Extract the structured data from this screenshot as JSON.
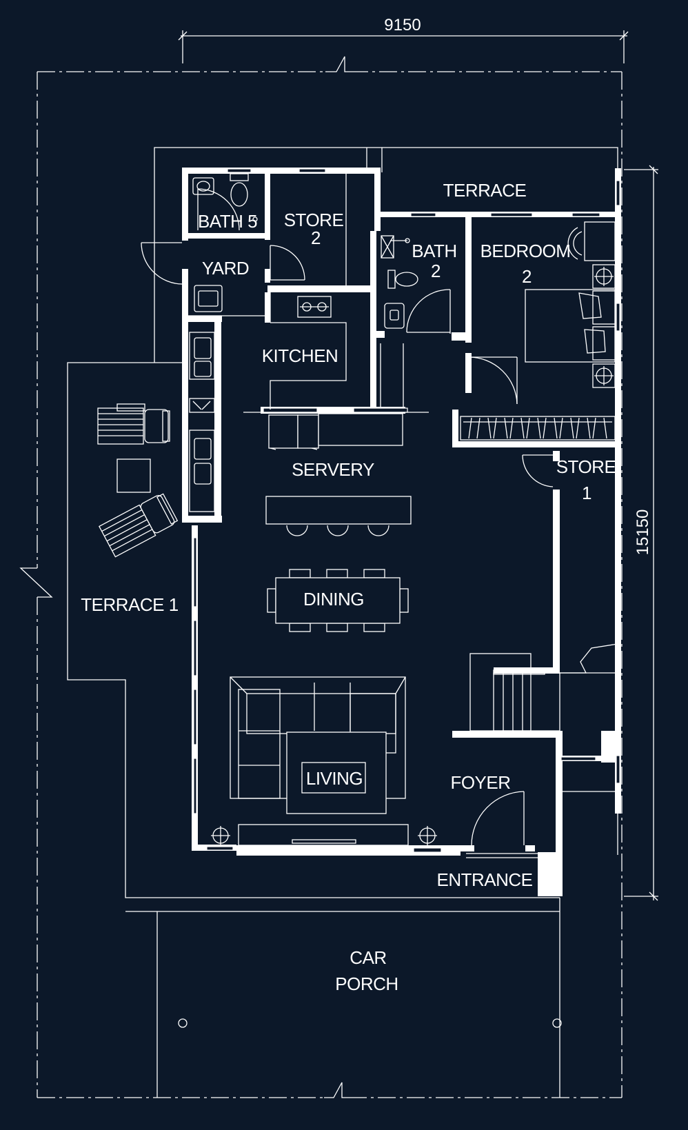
{
  "plan": {
    "background": "#0c1829",
    "line_color": "#ffffff",
    "dimensions": {
      "width": "9150",
      "depth": "15150"
    },
    "rooms": {
      "terrace_top": "TERRACE",
      "bath5": "BATH 5",
      "store2_line1": "STORE",
      "store2_line2": "2",
      "bath2_line1": "BATH",
      "bath2_line2": "2",
      "bedroom2_line1": "BEDROOM",
      "bedroom2_line2": "2",
      "yard": "YARD",
      "kitchen": "KITCHEN",
      "servery": "SERVERY",
      "store1_line1": "STORE",
      "store1_line2": "1",
      "terrace1": "TERRACE 1",
      "dining": "DINING",
      "living": "LIVING",
      "foyer": "FOYER",
      "entrance": "ENTRANCE",
      "car_line1": "CAR",
      "car_line2": "PORCH"
    }
  }
}
